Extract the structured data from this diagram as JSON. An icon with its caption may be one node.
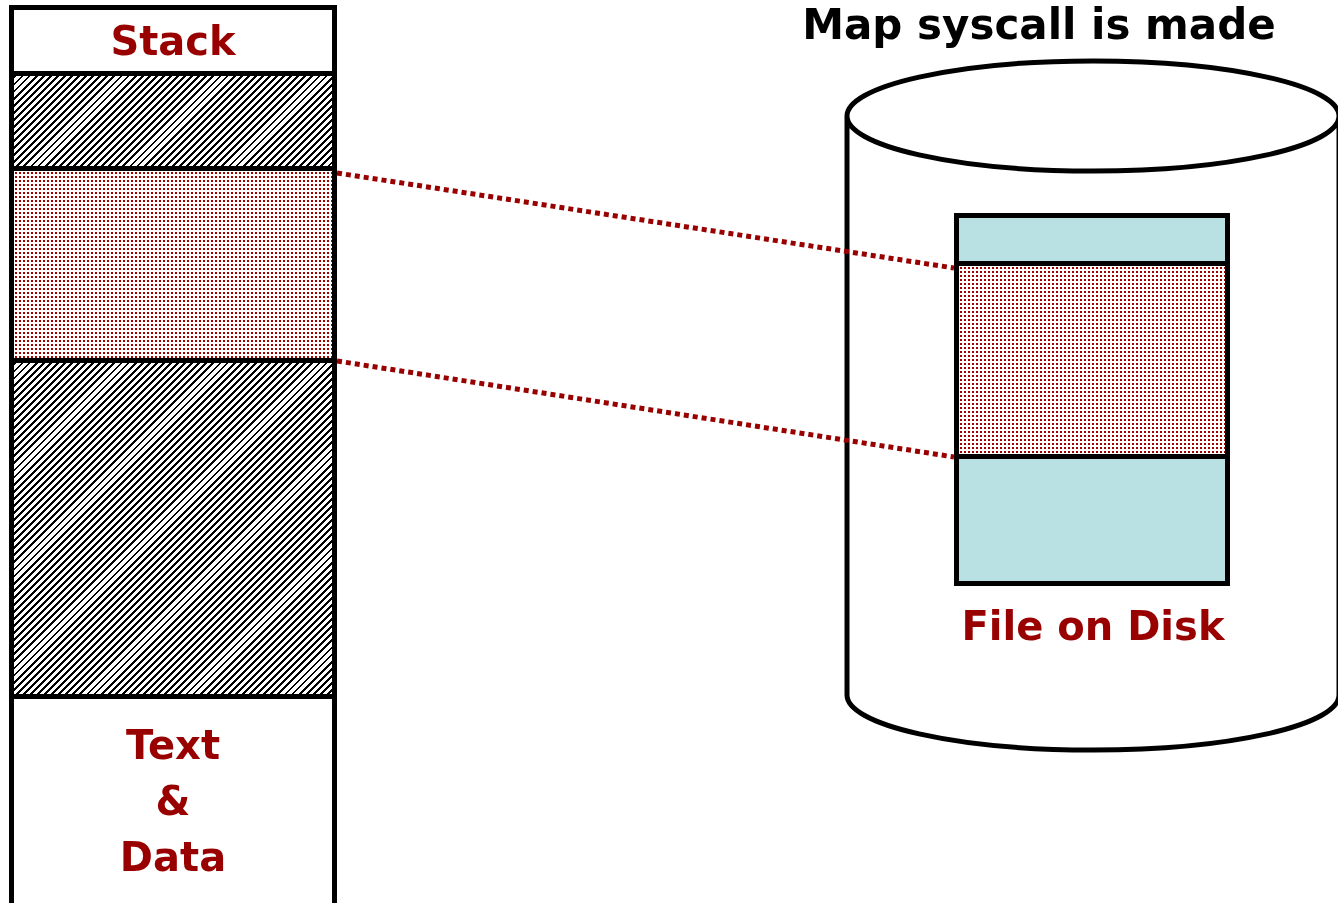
{
  "diagram": {
    "title": "Map syscall is made",
    "nodes": [
      {
        "text": [
          "Stack"
        ]
      },
      {
        "text": [],
        "shape": "box"
      },
      {
        "text": [],
        "shape": "box"
      },
      {
        "text": [],
        "shape": "box"
      },
      {
        "text": [
          "Text & Data"
        ]
      },
      {
        "text": [
          "File on Disk"
        ]
      },
      {
        "text": [],
        "shape": "box",
        "in": 5
      },
      {
        "text": [],
        "shape": "box",
        "in": 5
      },
      {
        "text": [],
        "shape": "box",
        "in": 5
      }
    ],
    "edges": [
      {
        "from": 2,
        "to": 7,
        "arrow": "none",
        "style": "dashed"
      },
      {
        "from": 2,
        "to": 7,
        "arrow": "none",
        "style": "dashed"
      }
    ]
  }
}
